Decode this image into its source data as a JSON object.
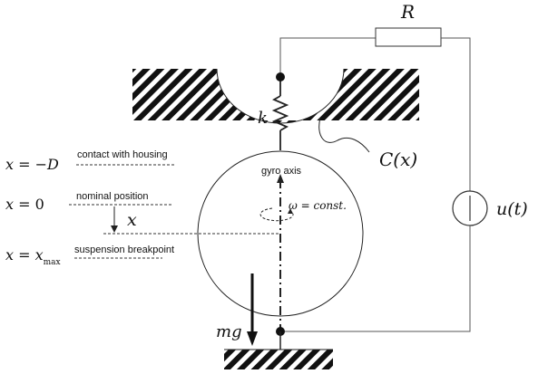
{
  "labels": {
    "resistor": "R",
    "spring": "k",
    "capacitance": "C(x)",
    "source": "u(t)",
    "gravity": "mg",
    "displacement": "x",
    "gyro_axis": "gyro axis",
    "omega": "ω = const."
  },
  "positions": [
    {
      "eq_lhs": "x",
      "eq_rhs": "−D",
      "sub": "",
      "note": "contact with housing"
    },
    {
      "eq_lhs": "x",
      "eq_rhs": "0",
      "sub": "",
      "note": "nominal position"
    },
    {
      "eq_lhs": "x",
      "eq_rhs": "x",
      "sub": "max",
      "note": "suspension breakpoint"
    }
  ],
  "colors": {
    "line": "#222222",
    "hatch": "#111111",
    "wire": "#555555"
  }
}
